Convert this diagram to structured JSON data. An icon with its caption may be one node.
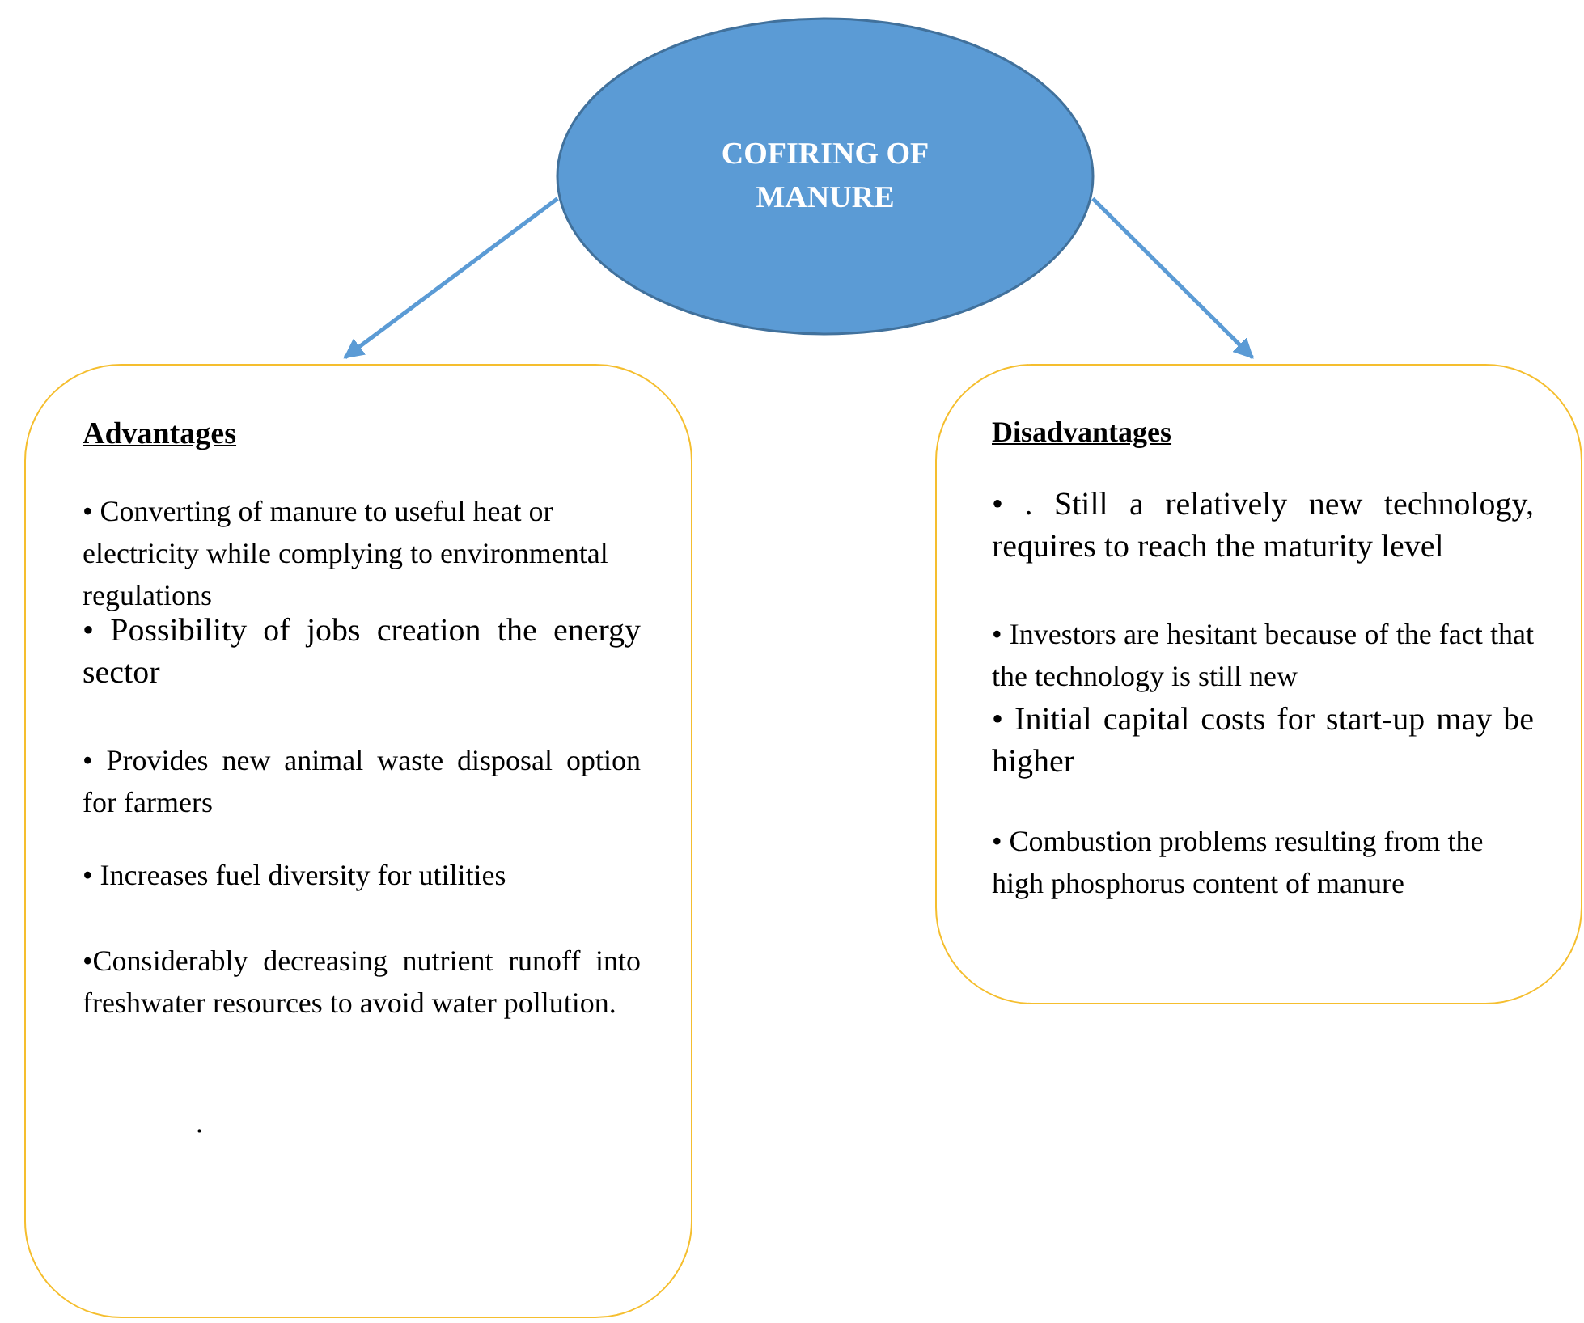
{
  "diagram": {
    "nodes": [
      {
        "text": [
          "COFIRING OF MANURE"
        ]
      },
      {
        "text": [
          "Advantages",
          "•  Converting of manure to useful heat or electricity while complying to environmental regulations",
          "• Possibility of jobs creation the energy sector",
          "• Provides new animal waste disposal option for farmers",
          "•   Increases fuel diversity for utilities",
          "•Considerably decreasing nutrient runoff into freshwater resources to avoid water pollution.",
          "."
        ]
      },
      {
        "text": [
          "Disadvantages",
          "•  . Still a relatively new technology, requires to reach the maturity level",
          "• Investors are hesitant because of the fact that the technology is still new",
          "•  Initial capital costs for start-up may be higher",
          "• Combustion problems resulting from the high phosphorus content of manure"
        ]
      }
    ],
    "edges": [
      {
        "from": 0,
        "to": 1,
        "arrow": "to"
      },
      {
        "from": 0,
        "to": 2,
        "arrow": "to"
      }
    ]
  }
}
